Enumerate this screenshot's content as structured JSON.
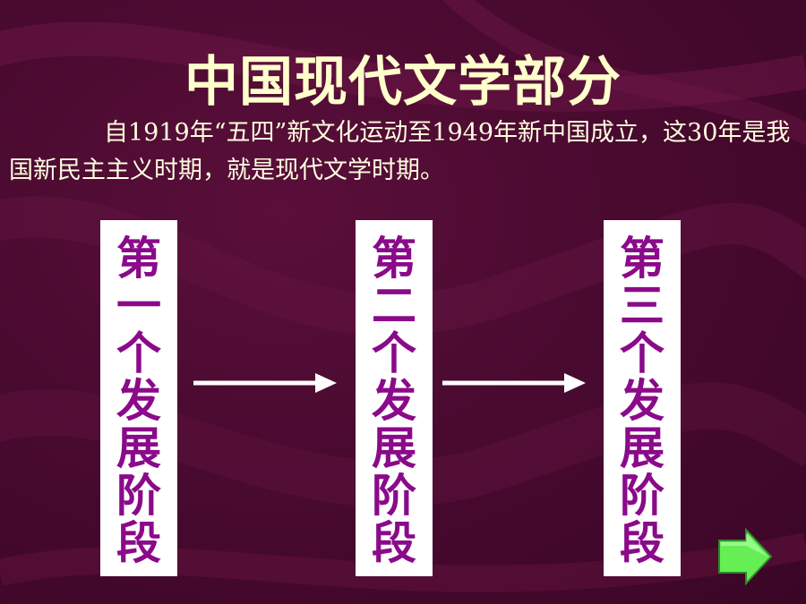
{
  "slide": {
    "title": "中国现代文学部分",
    "intro": "自1919年“五四”新文化运动至1949年新中国成立，这30年是我国新民主主义时期，就是现代文学时期。"
  },
  "stages": [
    {
      "label": "第一个发展阶段"
    },
    {
      "label": "第二个发展阶段"
    },
    {
      "label": "第三个发展阶段"
    }
  ],
  "colors": {
    "background": "#4a0a30",
    "title": "#ffffcc",
    "stage_text": "#8a0a8a",
    "stage_box": "#ffffff",
    "next_button": "#66ee55"
  },
  "icons": {
    "arrows": "right-arrow-icon",
    "next": "next-slide-icon"
  }
}
